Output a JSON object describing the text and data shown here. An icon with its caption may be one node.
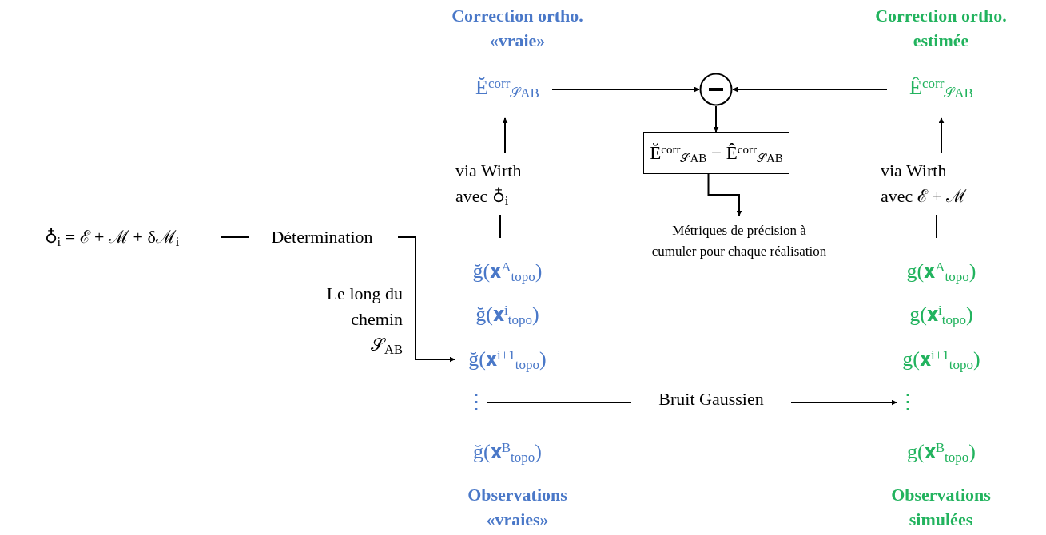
{
  "diagram": {
    "nodes": [
      {
        "text": [
          "Ĕ$^{corr}$$_{𝒮AB}$"
        ]
      },
      {
        "text": [],
        "shape": "circle"
      },
      {
        "text": [
          "Ê$^{corr}$$_{𝒮AB}$"
        ]
      },
      {
        "text": [
          "Ĕ$^{corr}$$_{𝒮AB}$ − Ê$^{corr}$$_{𝒮AB}$"
        ]
      },
      {
        "text": [
          "Métriques de précision à cumuler pour chaque réalisation"
        ]
      },
      {
        "text": [
          "via Wirth avec ♁$_{i}$"
        ]
      },
      {
        "text": [
          "via Wirth avec ℰ + ℳ"
        ]
      },
      {
        "text": [
          "♁$_{i}$ = ℰ + ℳ + δℳ$_{i}$"
        ]
      },
      {
        "text": [
          "Détermination"
        ]
      },
      {
        "text": [
          "ğ(𝐱$^{A}$$_{topo}$)"
        ]
      },
      {
        "text": [
          "ğ(𝐱$^{i}$$_{topo}$)"
        ]
      },
      {
        "text": [
          "ğ(𝐱$^{i+1}$$_{topo}$)"
        ]
      },
      {
        "text": [
          "⋮"
        ]
      },
      {
        "text": [
          "ğ(𝐱$^{B}$$_{topo}$)"
        ]
      },
      {
        "text": [
          "g(𝐱$^{A}$$_{topo}$)"
        ]
      },
      {
        "text": [
          "g(𝐱$^{i}$$_{topo}$)"
        ]
      },
      {
        "text": [
          "g(𝐱$^{i+1}$$_{topo}$)"
        ]
      },
      {
        "text": [
          "⋮"
        ]
      },
      {
        "text": [
          "g(𝐱$^{B}$$_{topo}$)"
        ]
      }
    ],
    "edges": [
      {
        "from": 0,
        "to": 1,
        "arrow": "to"
      },
      {
        "from": 2,
        "to": 1,
        "arrow": "to"
      },
      {
        "from": 1,
        "to": 3,
        "arrow": "to"
      },
      {
        "from": 3,
        "to": 4,
        "arrow": "to"
      },
      {
        "from": 9,
        "to": 5,
        "arrow": "none"
      },
      {
        "from": 5,
        "to": 0,
        "arrow": "to"
      },
      {
        "from": 14,
        "to": 6,
        "arrow": "none"
      },
      {
        "from": 6,
        "to": 2,
        "arrow": "to"
      },
      {
        "from": 7,
        "to": 8,
        "arrow": "none"
      },
      {
        "from": 8,
        "to": 11,
        "arrow": "to",
        "label": "Le long du chemin 𝒮$_{AB}$"
      },
      {
        "from": 12,
        "to": 17,
        "arrow": "to",
        "label": "Bruit Gaussien"
      }
    ],
    "labels": [
      "Correction ortho. «vraie»",
      "Correction ortho. estimée",
      "Observations «vraies»",
      "Observations simulées"
    ]
  }
}
